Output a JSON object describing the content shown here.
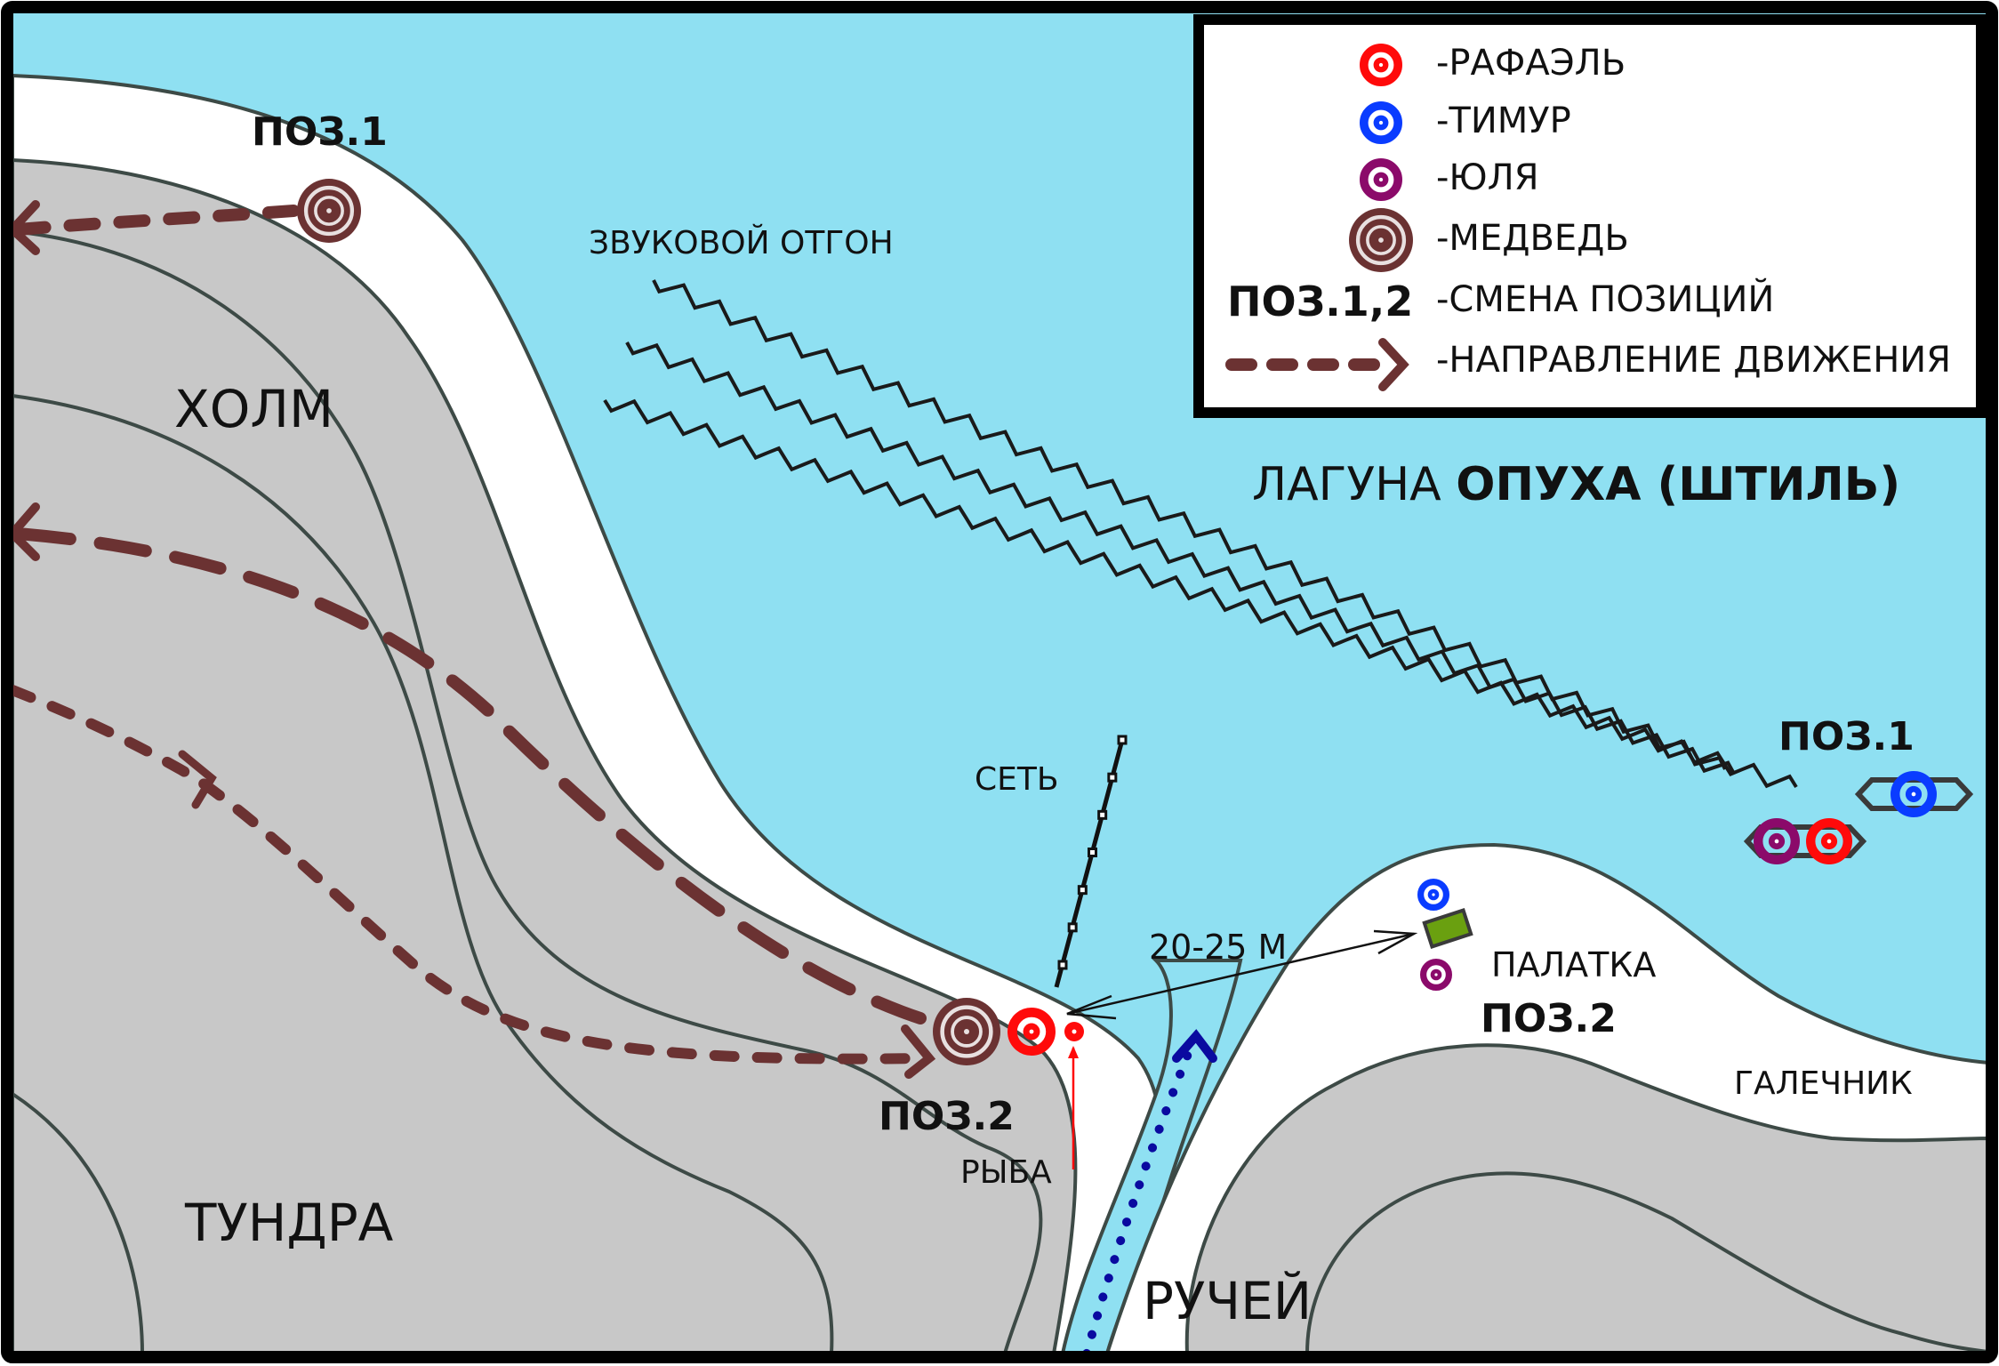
{
  "colors": {
    "water": "#8fe0f2",
    "land": "#c8c8c8",
    "beach": "#ffffff",
    "contour": "#3d4a46",
    "frame": "#000000",
    "rafael": "#ff0a0a",
    "timur": "#0a3cff",
    "yulia": "#8b0a6a",
    "bear": "#6b3232",
    "path": "#6b3232",
    "tent": "#6aa010",
    "stream_path": "#0a0aa0",
    "fish_marker": "#ff0a0a"
  },
  "legend": {
    "items": [
      {
        "symbol": "rafael-marker-icon",
        "label": "-РАФАЭЛЬ"
      },
      {
        "symbol": "timur-marker-icon",
        "label": "-ТИМУР"
      },
      {
        "symbol": "yulia-marker-icon",
        "label": "-ЮЛЯ"
      },
      {
        "symbol": "bear-marker-icon",
        "label": "-МЕДВЕДЬ"
      },
      {
        "symbol": "position-change-text",
        "symbol_text": "ПОЗ.1,2",
        "label": "-СМЕНА ПОЗИЦИЙ"
      },
      {
        "symbol": "dashed-arrow-icon",
        "label": "-НАПРАВЛЕНИЕ ДВИЖЕНИЯ"
      }
    ]
  },
  "regions": {
    "hill": "ХОЛМ",
    "tundra": "ТУНДРА",
    "lagoon_prefix": "ЛАГУНА ",
    "lagoon_name": "ОПУХА (ШТИЛЬ)",
    "stream": "РУЧЕЙ",
    "shingle": "ГАЛЕЧНИК"
  },
  "annotations": {
    "sound_deterrent": "ЗВУКОВОЙ ОТГОН",
    "net": "СЕТЬ",
    "fish": "РЫБА",
    "tent": "ПАЛАТКА",
    "distance": "20-25 М",
    "bear_pos1": "ПОЗ.1",
    "bear_pos2": "ПОЗ.2",
    "people_pos1": "ПОЗ.1",
    "people_pos2": "ПОЗ.2"
  }
}
